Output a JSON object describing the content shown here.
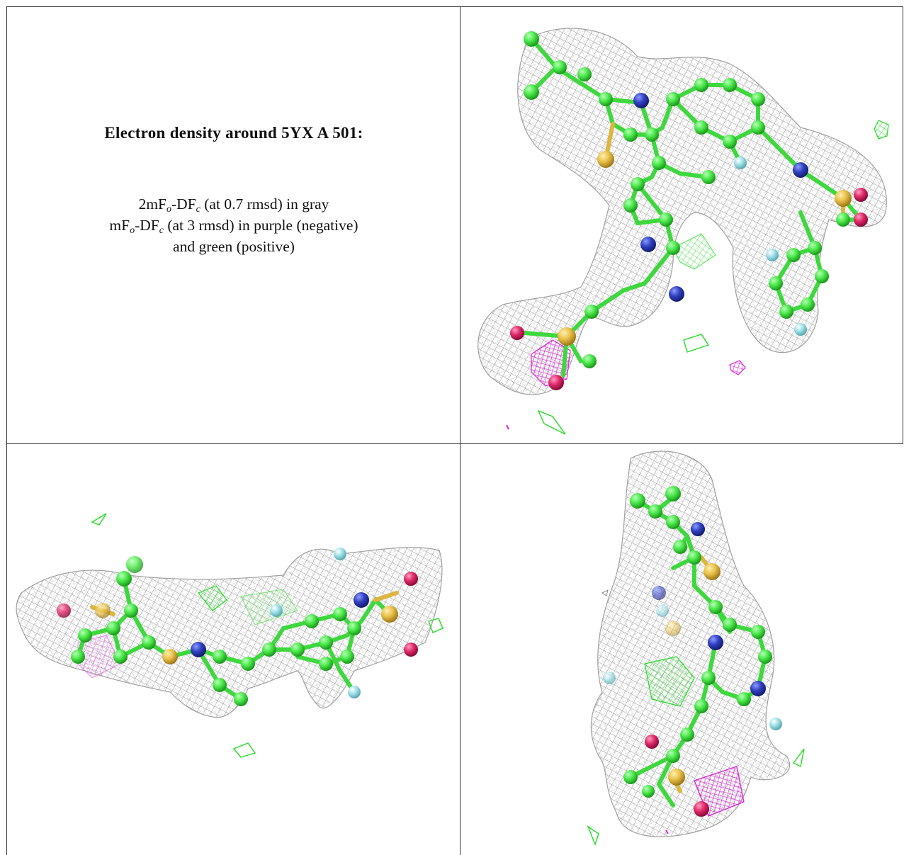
{
  "caption": {
    "title": "Electron density around 5YX A 501:",
    "line1_pre": "2mF",
    "line1_sub1": "o",
    "line1_mid": "-DF",
    "line1_sub2": "c",
    "line1_post": " (at 0.7 rmsd) in gray",
    "line2_pre": "mF",
    "line2_sub1": "o",
    "line2_mid": "-DF",
    "line2_sub2": "c",
    "line2_post": " (at 3 rmsd) in purple (negative)",
    "line3": "and green (positive)"
  },
  "colors": {
    "mesh_gray": "#a8a8a8",
    "mesh_green": "#22dd22",
    "mesh_purple": "#dd22dd",
    "carbon": "#4be84b",
    "nitrogen": "#3040c0",
    "sulfur": "#e8c048",
    "oxygen": "#e02a6a",
    "fluorine": "#9ee0e8"
  },
  "panels": [
    "view-1",
    "view-2",
    "view-3"
  ]
}
